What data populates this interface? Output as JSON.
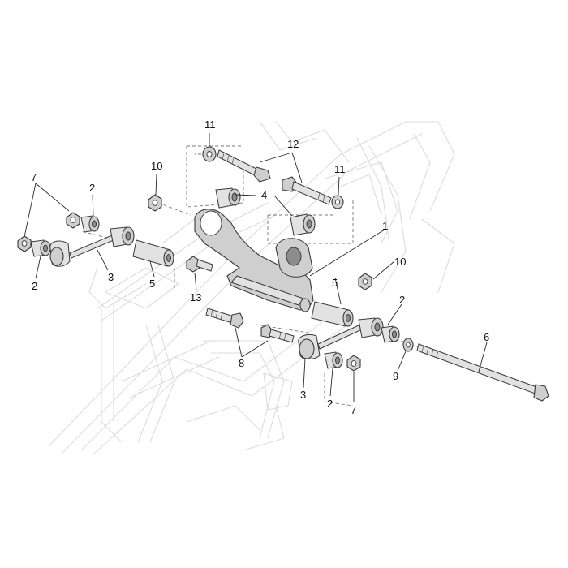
{
  "callouts": [
    {
      "id": "c-11a",
      "text": "11"
    },
    {
      "id": "c-12",
      "text": "12"
    },
    {
      "id": "c-11b",
      "text": "11"
    },
    {
      "id": "c-10a",
      "text": "10"
    },
    {
      "id": "c-7a",
      "text": "7"
    },
    {
      "id": "c-2a",
      "text": "2"
    },
    {
      "id": "c-4",
      "text": "4"
    },
    {
      "id": "c-1",
      "text": "1"
    },
    {
      "id": "c-10b",
      "text": "10"
    },
    {
      "id": "c-2b",
      "text": "2"
    },
    {
      "id": "c-3a",
      "text": "3"
    },
    {
      "id": "c-5a",
      "text": "5"
    },
    {
      "id": "c-13",
      "text": "13"
    },
    {
      "id": "c-5b",
      "text": "5"
    },
    {
      "id": "c-2c",
      "text": "2"
    },
    {
      "id": "c-6",
      "text": "6"
    },
    {
      "id": "c-8",
      "text": "8"
    },
    {
      "id": "c-9",
      "text": "9"
    },
    {
      "id": "c-3b",
      "text": "3"
    },
    {
      "id": "c-2d",
      "text": "2"
    },
    {
      "id": "c-7b",
      "text": "7"
    }
  ]
}
